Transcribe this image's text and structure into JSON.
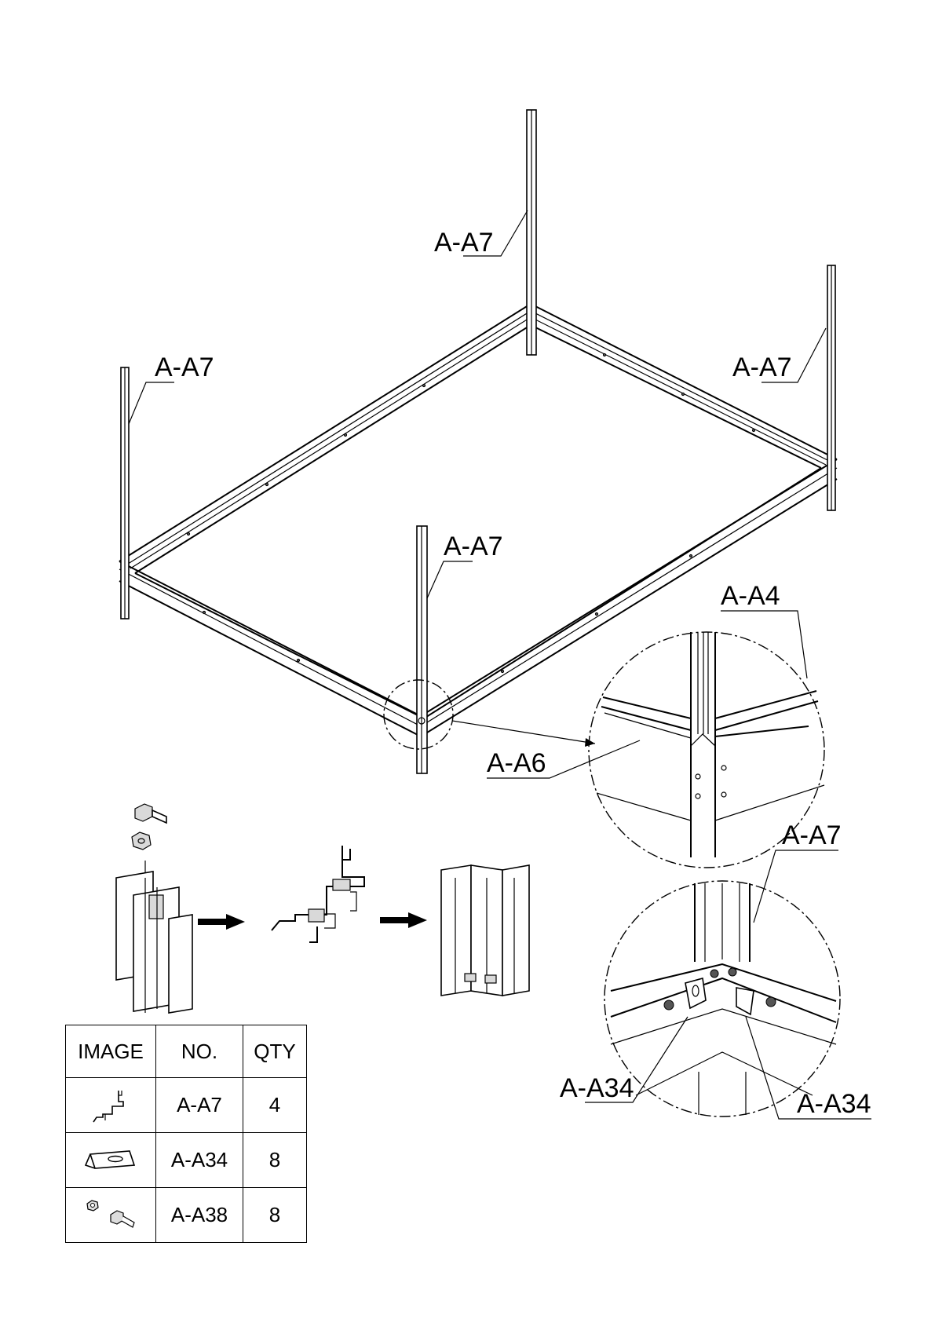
{
  "callouts": {
    "post_back": "A-A7",
    "post_left": "A-A7",
    "post_right": "A-A7",
    "post_front": "A-A7",
    "detail_top_a4": "A-A4",
    "detail_top_a6": "A-A6",
    "detail_bottom_a7": "A-A7",
    "detail_bottom_a34_left": "A-A34",
    "detail_bottom_a34_right": "A-A34"
  },
  "table": {
    "headers": [
      "IMAGE",
      "NO.",
      "QTY"
    ],
    "rows": [
      {
        "icon": "corner-post-profile-icon",
        "no": "A-A7",
        "qty": "4"
      },
      {
        "icon": "bracket-plate-icon",
        "no": "A-A34",
        "qty": "8"
      },
      {
        "icon": "nut-and-bolt-icon",
        "no": "A-A38",
        "qty": "8"
      }
    ]
  }
}
